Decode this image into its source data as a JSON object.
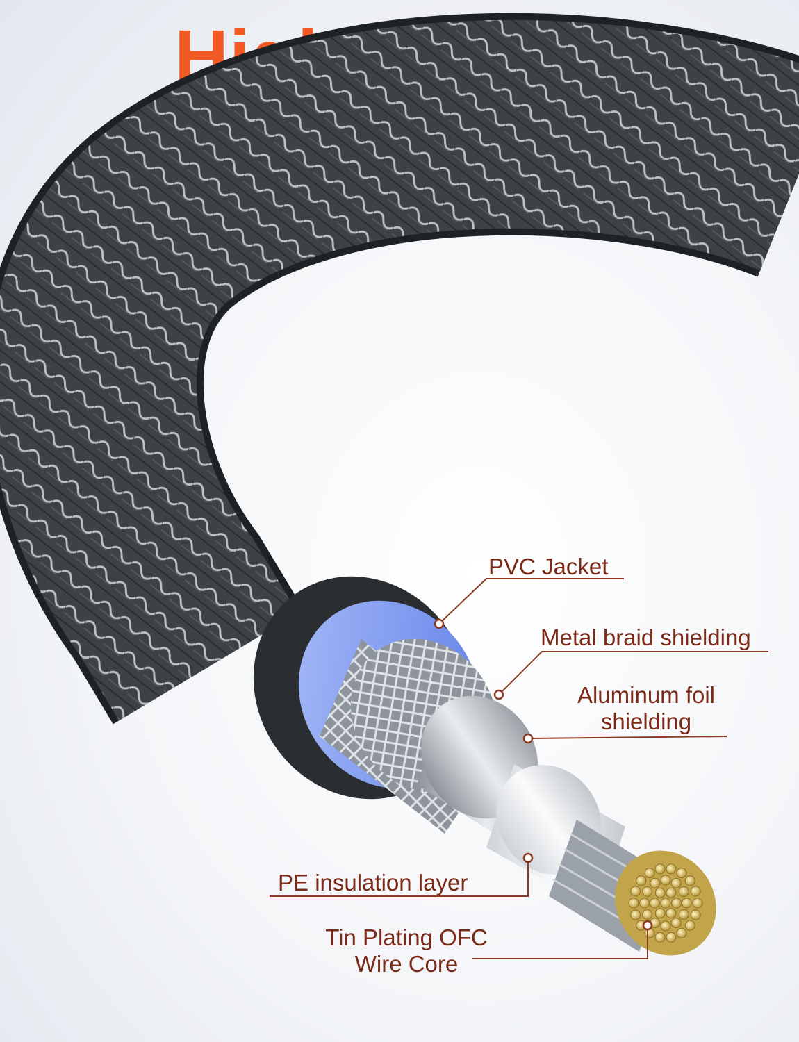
{
  "title": "High Quality Materials",
  "colors": {
    "title": "#f15a24",
    "label_text": "#7a2a17",
    "leader_line": "#8a3a22",
    "braid_outer": "#3e4246",
    "jacket_blue": "#7f9cf2",
    "foil": "#c8ccd2",
    "insulation": "#e4e6ea",
    "core": "#d8c27a"
  },
  "labels": {
    "pvc_jacket": "PVC Jacket",
    "metal_braid_shielding": "Metal braid shielding",
    "aluminum_foil_line1": "Aluminum foil",
    "aluminum_foil_line2": "shielding",
    "pe_insulation_layer": "PE insulation layer",
    "wire_core_line1": "Tin Plating OFC",
    "wire_core_line2": "Wire Core"
  },
  "icons": [
    "cable-cross-section-illustration",
    "leader-dot"
  ]
}
